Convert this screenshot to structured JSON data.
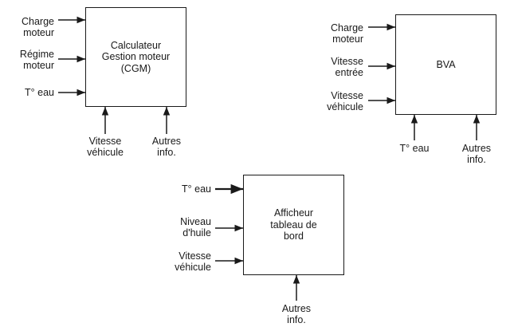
{
  "diagram1": {
    "title": "Calculateur\nGestion moteur\n(CGM)",
    "inputs": [
      "Charge\nmoteur",
      "Régime\nmoteur",
      "T° eau"
    ],
    "bottom": [
      "Vitesse\nvéhicule",
      "Autres\ninfo."
    ]
  },
  "diagram2": {
    "title": "BVA",
    "inputs": [
      "Charge\nmoteur",
      "Vitesse\nentrée",
      "Vitesse\nvéhicule"
    ],
    "bottom": [
      "T° eau",
      "Autres\ninfo."
    ]
  },
  "diagram3": {
    "title": "Afficheur\ntableau de\nbord",
    "inputs": [
      "T° eau",
      "Niveau\nd'huile",
      "Vitesse\nvéhicule"
    ],
    "bottom": [
      "Autres\ninfo."
    ]
  }
}
